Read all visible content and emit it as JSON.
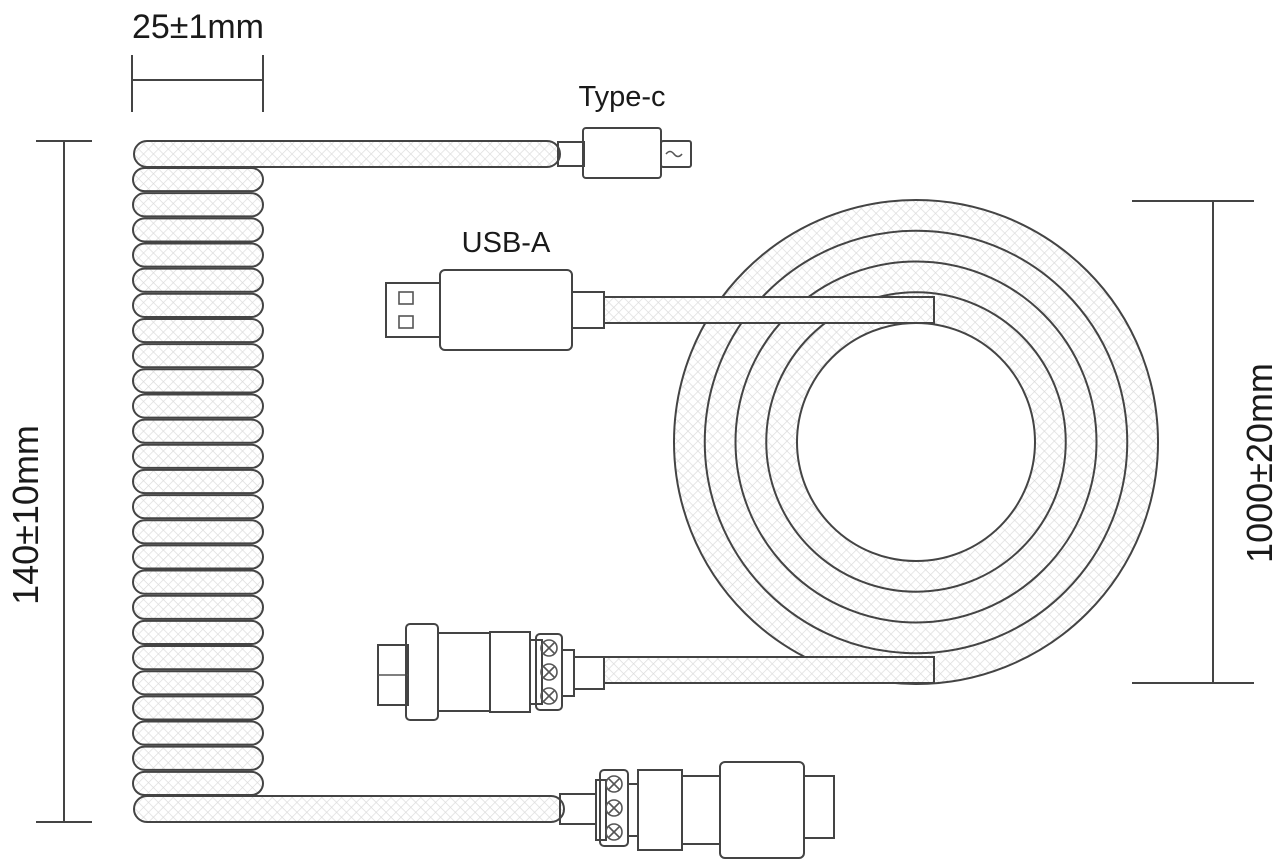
{
  "labels": {
    "coil_width": "25±1mm",
    "coil_length": "140±10mm",
    "cable_length": "1000±20mm",
    "type_c": "Type-c",
    "usb_a": "USB-A"
  },
  "colors": {
    "line": "#444444",
    "mesh": "#d9d9d9",
    "background": "#ffffff"
  },
  "coil": {
    "loop_count": 25
  },
  "cable_spiral": {
    "ring_count": 4
  }
}
